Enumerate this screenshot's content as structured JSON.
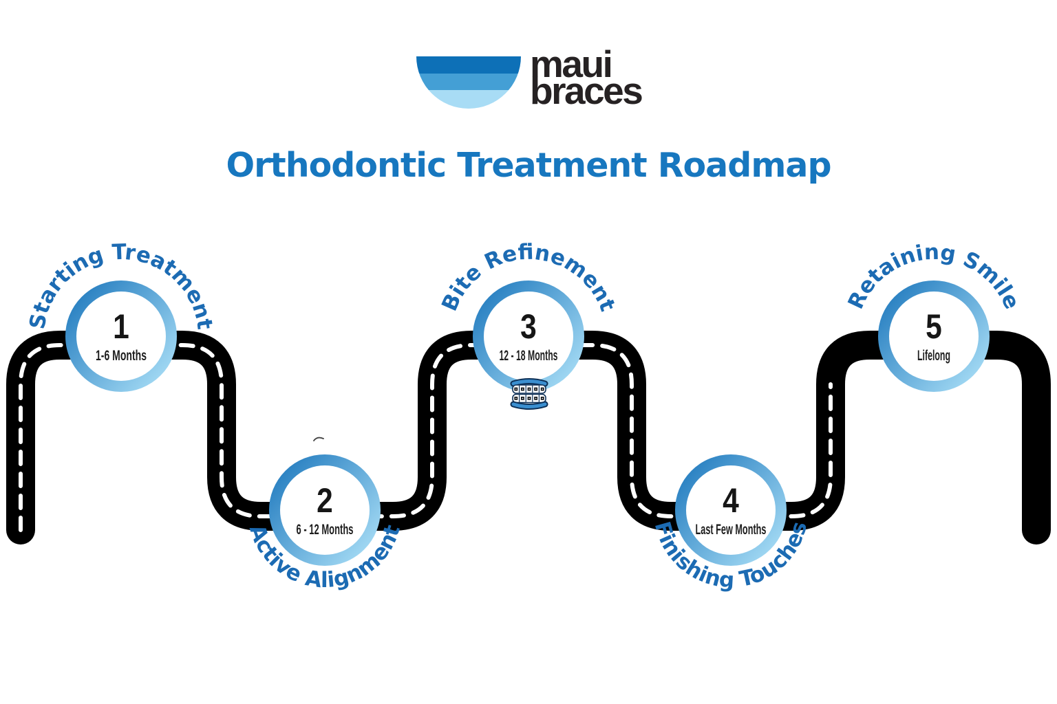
{
  "brand": {
    "name_line1": "maui",
    "name_line2": "braces",
    "icon": "half-circle-wave-icon",
    "icon_band_colors": [
      "#0d70b7",
      "#449fd5",
      "#a8dcf5"
    ]
  },
  "title": "Orthodontic Treatment Roadmap",
  "theme": {
    "title_color": "#1777bf",
    "label_color": "#1c6bb3",
    "road_color": "#000000",
    "road_dash_color": "#ffffff",
    "ring_gradient_start": "#1e78bd",
    "ring_gradient_end": "#a6dcf5",
    "number_color": "#161616"
  },
  "milestones": [
    {
      "number": "1",
      "label": "Starting Treatment",
      "duration": "1-6 Months",
      "label_position": "above"
    },
    {
      "number": "2",
      "label": "Active Alignment",
      "duration": "6 - 12 Months",
      "label_position": "below"
    },
    {
      "number": "3",
      "label": "Bite Refinement",
      "duration": "12 - 18 Months",
      "label_position": "above",
      "icon": "braces-teeth-icon"
    },
    {
      "number": "4",
      "label": "Finishing Touches",
      "duration": "Last Few Months",
      "label_position": "below"
    },
    {
      "number": "5",
      "label": "Retaining Smile",
      "duration": "Lifelong",
      "label_position": "above"
    }
  ]
}
